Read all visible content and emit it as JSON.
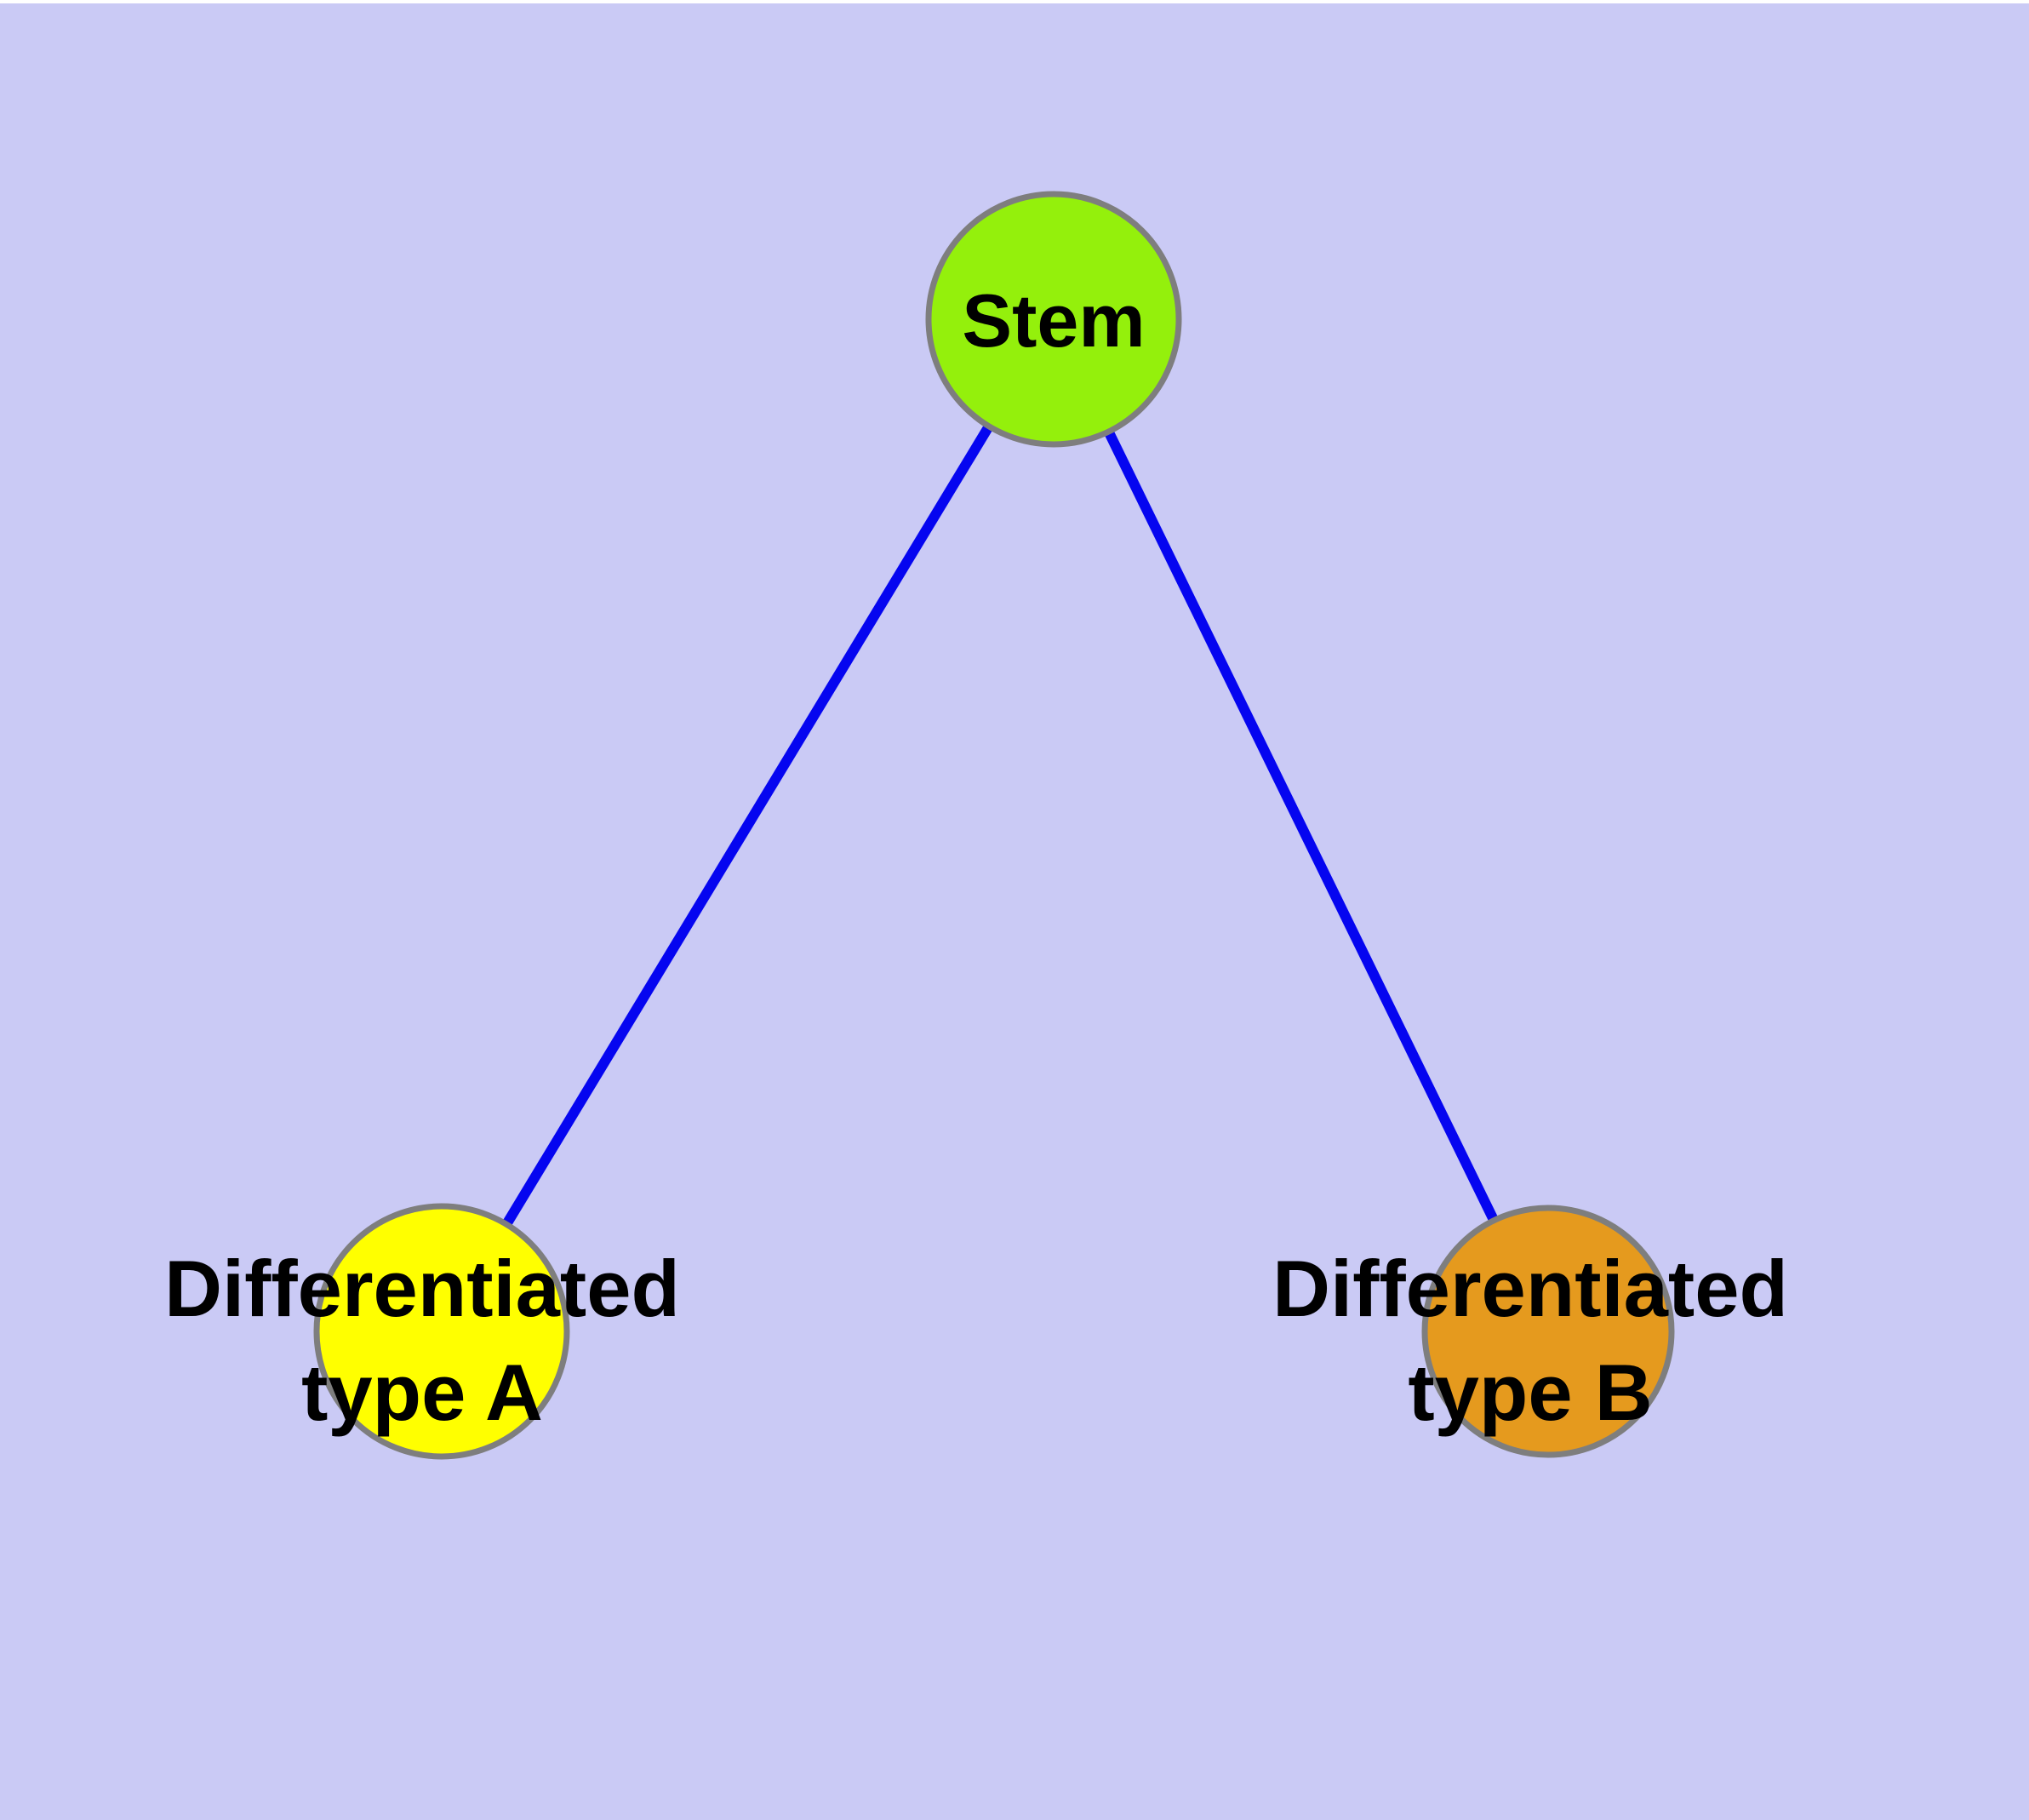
{
  "colors": {
    "background": "#CACAF5",
    "top_margin": "#FFFFFF",
    "edge": "#0505F0",
    "node_border": "#7E7E7E",
    "label_text": "#000000"
  },
  "nodes": {
    "stem": {
      "label": "Stem",
      "fill": "#94F00C"
    },
    "type_a": {
      "label_line1": "Differentiated",
      "label_line2": "type A",
      "fill": "#FFFF00"
    },
    "type_b": {
      "label_line1": "Differentiated",
      "label_line2": "type B",
      "fill": "#E59A1E"
    }
  },
  "edges": [
    {
      "from": "stem",
      "to": "type_a"
    },
    {
      "from": "stem",
      "to": "type_b"
    }
  ]
}
